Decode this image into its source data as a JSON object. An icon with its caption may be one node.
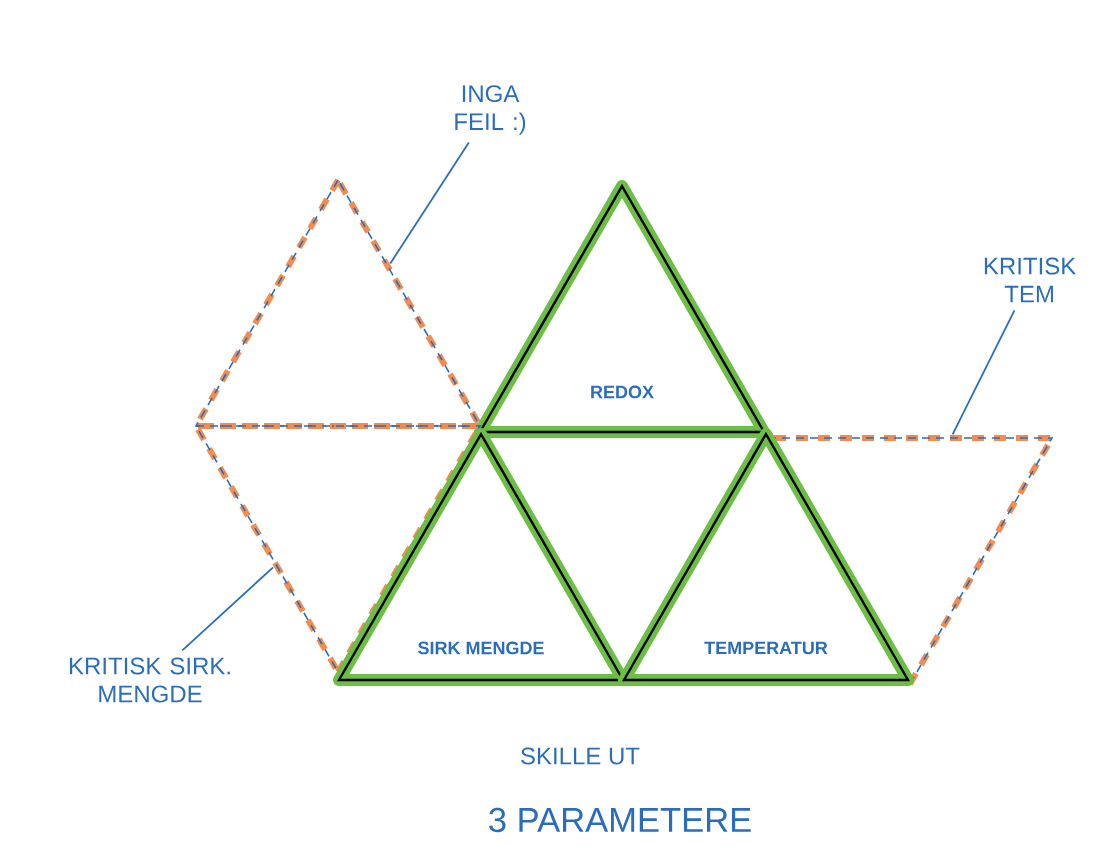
{
  "diagram": {
    "nodes": [
      {
        "text": [
          "INGA FEIL :)"
        ]
      },
      {
        "text": [],
        "shape": "triangle"
      },
      {
        "text": [
          "REDOX"
        ]
      },
      {
        "text": [
          "KRITISK TEM"
        ]
      },
      {
        "text": [],
        "shape": "triangle"
      },
      {
        "text": [],
        "shape": "triangle"
      },
      {
        "text": [
          "SIRK MENGDE"
        ]
      },
      {
        "text": [
          "TEMPERATUR"
        ]
      },
      {
        "text": [
          "KRITISK SIRK. MENGDE"
        ]
      }
    ],
    "edges": [
      {
        "from": 0,
        "to": 1,
        "arrow": "none"
      },
      {
        "from": 3,
        "to": 5,
        "arrow": "none"
      },
      {
        "from": 8,
        "to": 4,
        "arrow": "none"
      }
    ],
    "labels": [
      "SKILLE UT",
      "3 PARAMETERE"
    ]
  }
}
